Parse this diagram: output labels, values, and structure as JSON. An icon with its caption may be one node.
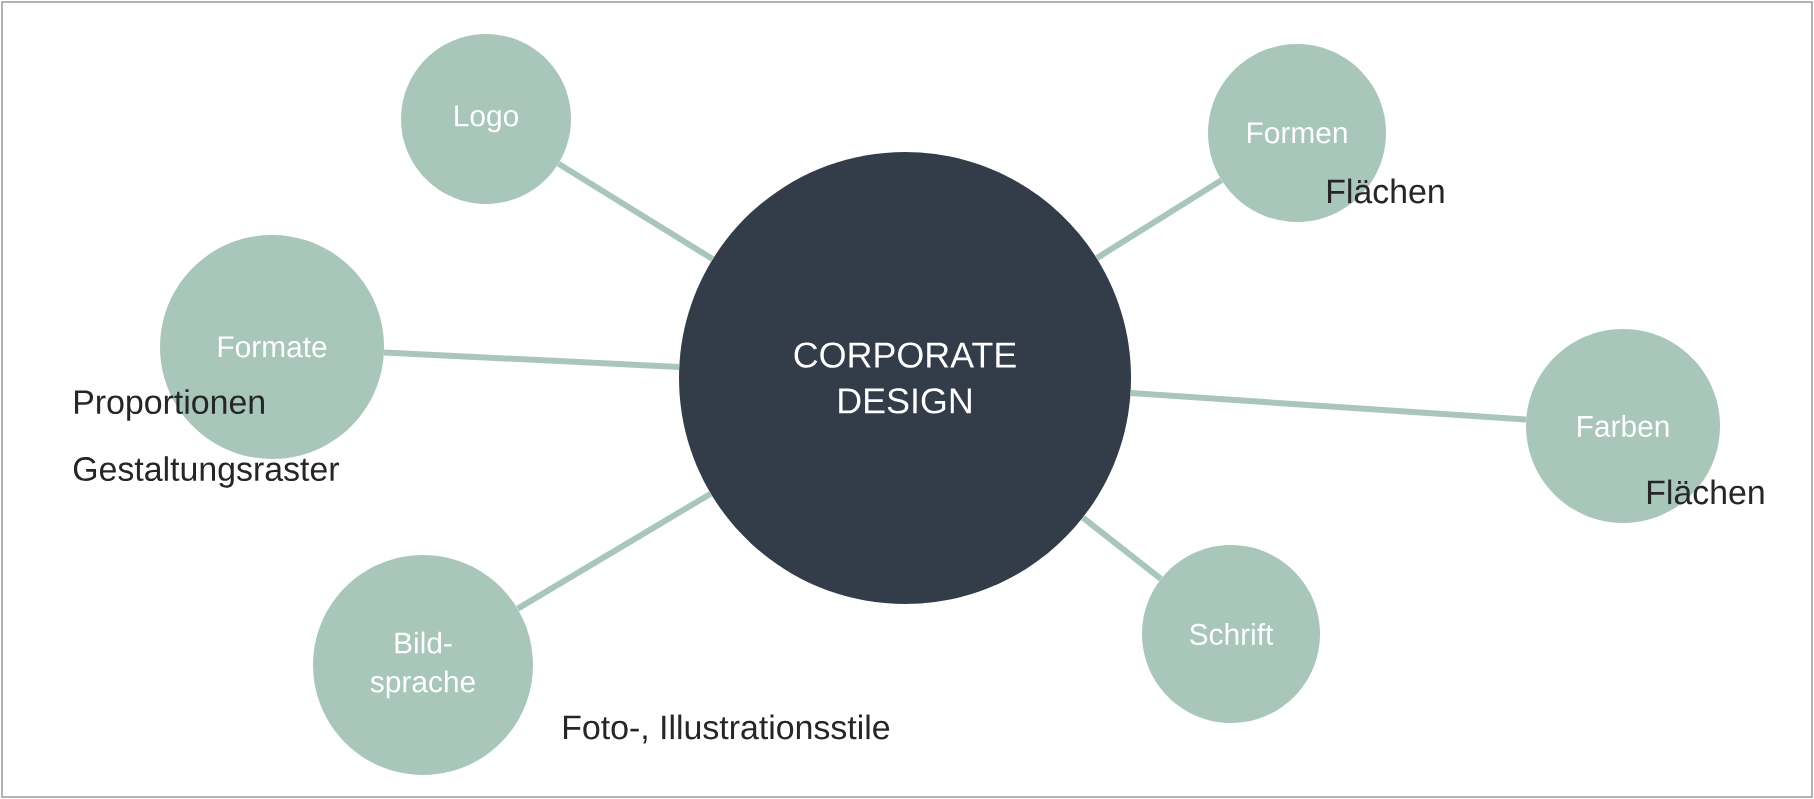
{
  "diagram": {
    "nodes": [
      {
        "text": [
          "Logo"
        ]
      },
      {
        "text": [
          "Formen"
        ],
        "beside": [
          "Flächen"
        ]
      },
      {
        "text": [
          "Formate"
        ],
        "beside": [
          "Proportionen",
          "Gestaltungsraster"
        ]
      },
      {
        "text": [
          "CORPORATE DESIGN"
        ]
      },
      {
        "text": [
          "Farben"
        ],
        "beside": [
          "Flächen"
        ]
      },
      {
        "text": [
          "Schrift"
        ]
      },
      {
        "text": [
          "Bild- sprache"
        ],
        "beside": [
          "Foto-, Illustrationsstile"
        ]
      }
    ],
    "edges": [
      {
        "from": 3,
        "to": 0,
        "arrow": "none"
      },
      {
        "from": 3,
        "to": 1,
        "arrow": "none"
      },
      {
        "from": 3,
        "to": 2,
        "arrow": "none"
      },
      {
        "from": 3,
        "to": 4,
        "arrow": "none"
      },
      {
        "from": 3,
        "to": 5,
        "arrow": "none"
      },
      {
        "from": 3,
        "to": 6,
        "arrow": "none"
      }
    ]
  }
}
